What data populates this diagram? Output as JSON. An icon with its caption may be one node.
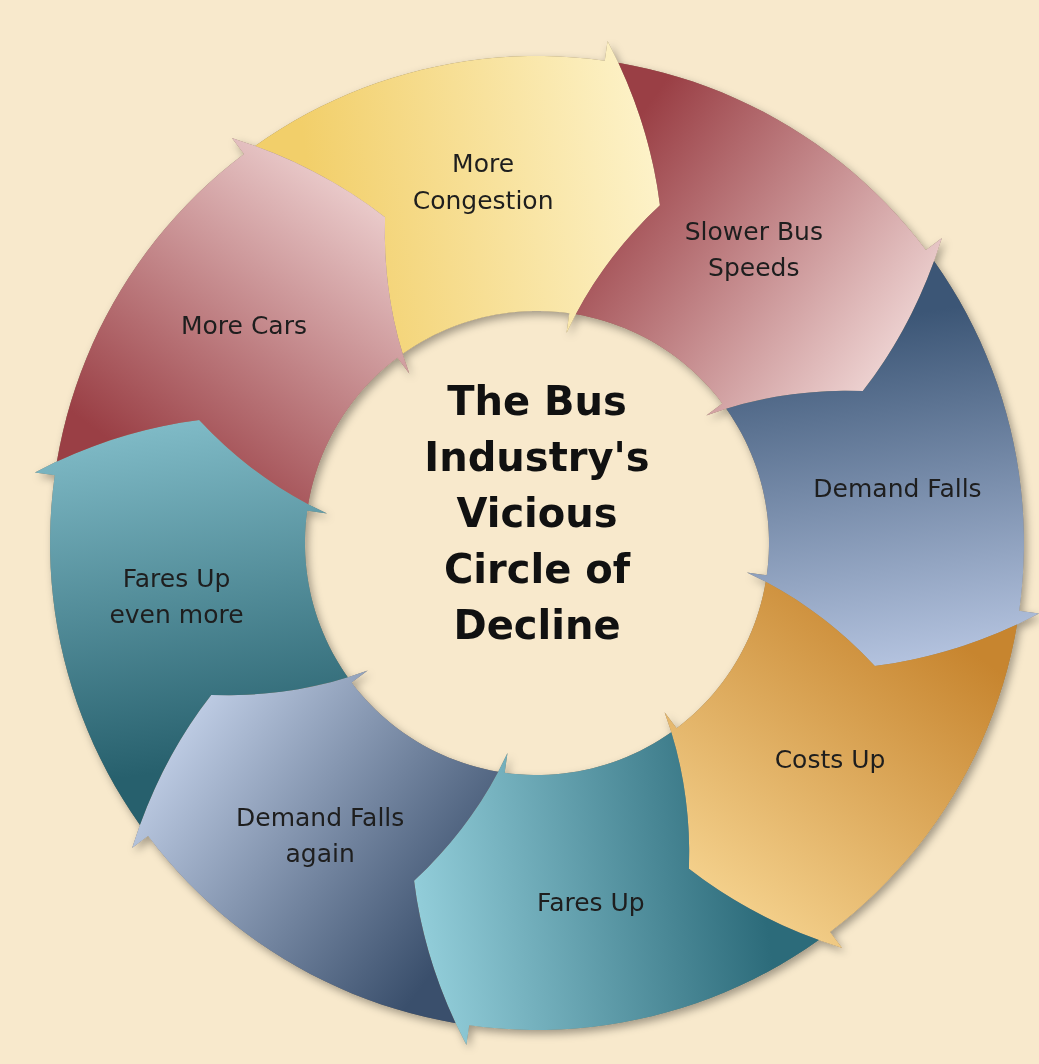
{
  "diagram": {
    "title": "The Bus Industry's Vicious Circle of Decline",
    "nodes": [
      {
        "text": [
          "More Congestion"
        ]
      },
      {
        "text": [
          "Slower Bus Speeds"
        ]
      },
      {
        "text": [
          "Demand Falls"
        ]
      },
      {
        "text": [
          "Costs Up"
        ]
      },
      {
        "text": [
          "Fares Up"
        ]
      },
      {
        "text": [
          "Demand Falls again"
        ]
      },
      {
        "text": [
          "Fares Up even more"
        ]
      },
      {
        "text": [
          "More Cars"
        ]
      }
    ]
  }
}
